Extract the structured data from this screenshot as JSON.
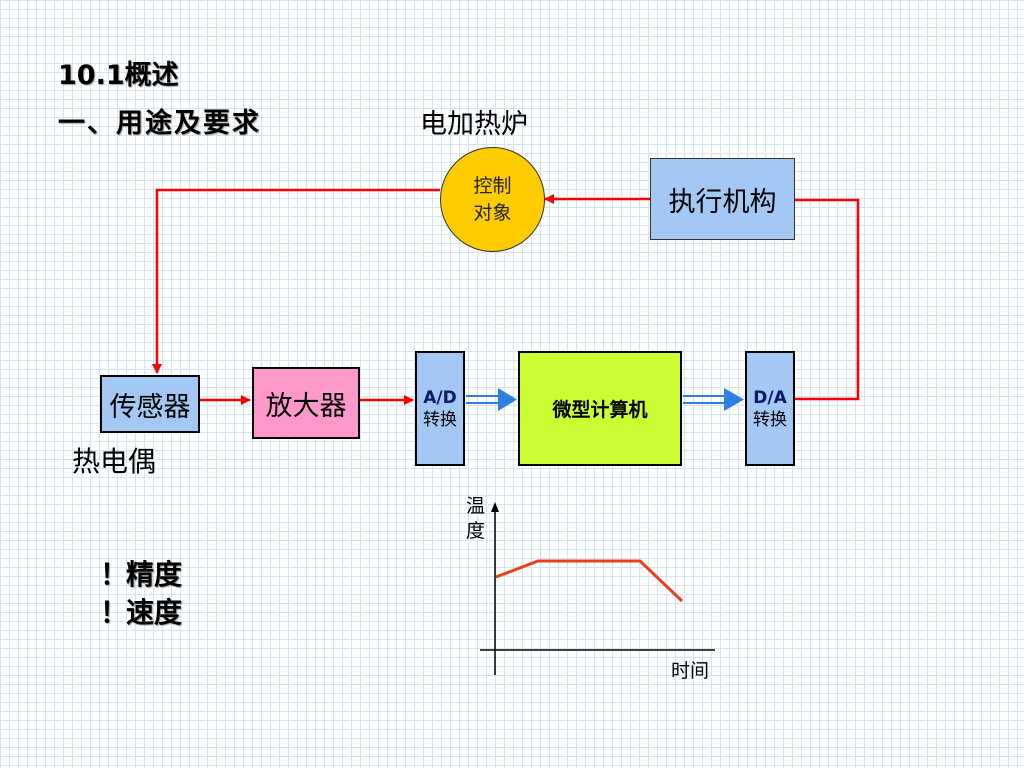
{
  "slide": {
    "section_title": "10.1概述",
    "subsection_title": "一、用途及要求",
    "furnace_label": "电加热炉",
    "thermocouple_label": "热电偶"
  },
  "diagram": {
    "plant": {
      "line1": "控制",
      "line2": "对象"
    },
    "actuator": "执行机构",
    "sensor": "传感器",
    "amplifier": "放大器",
    "ad_converter": {
      "code": "A/D",
      "label": "转换"
    },
    "computer": "微型计算机",
    "da_converter": {
      "code": "D/A",
      "label": "转换"
    }
  },
  "requirements": [
    {
      "mark": "！",
      "text": "精度"
    },
    {
      "mark": "！",
      "text": "速度"
    }
  ],
  "temperature_chart": {
    "y_axis_label": "温度",
    "x_axis_label": "时间"
  },
  "colors": {
    "signal_line": "#ff0000",
    "digital_arrow": "#2f7fe0",
    "curve": "#e8401a"
  }
}
